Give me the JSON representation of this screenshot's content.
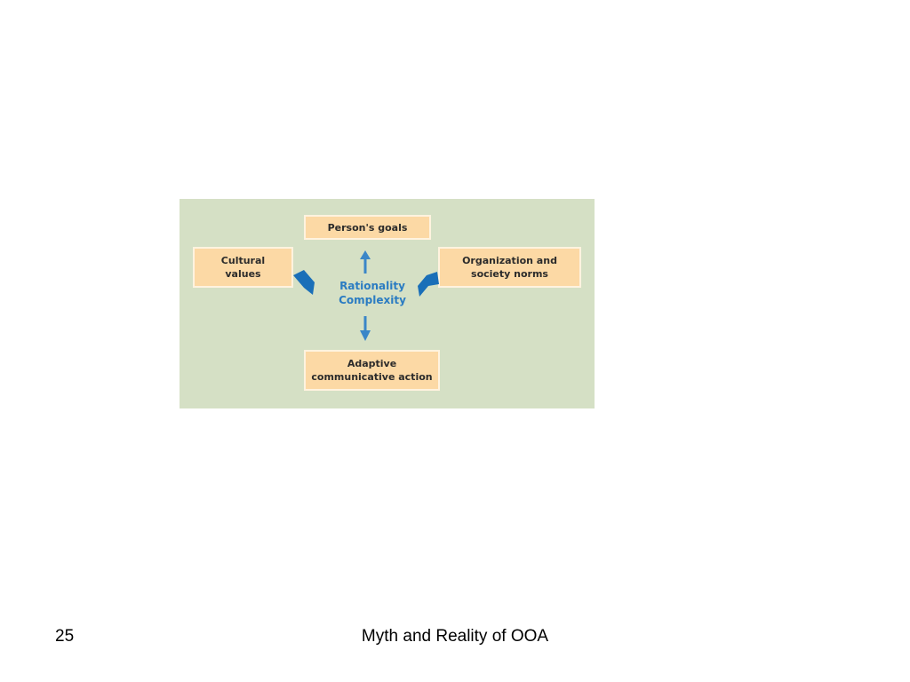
{
  "diagram": {
    "boxes": {
      "goals": "Person's goals",
      "cultural": "Cultural\nvalues",
      "org": "Organization and\nsociety norms",
      "adaptive": "Adaptive\ncommunicative action"
    },
    "center": {
      "line1": "Rationality",
      "line2": "Complexity"
    },
    "colors": {
      "background": "#d5e0c5",
      "box_fill": "#fcd9a5",
      "accent": "#2b7cc2"
    }
  },
  "footer": {
    "slide_number": "25",
    "title": "Myth and Reality of OOA"
  }
}
